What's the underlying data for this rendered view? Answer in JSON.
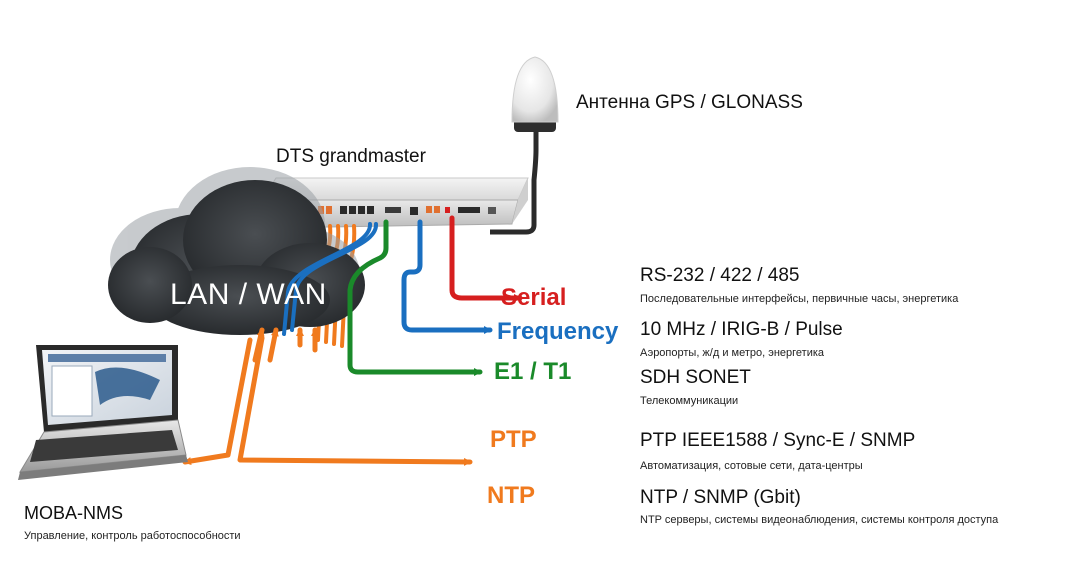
{
  "antenna": {
    "label": "Антенна GPS / GLONASS"
  },
  "device": {
    "label": "DTS grandmaster"
  },
  "cloud": {
    "label": "LAN / WAN"
  },
  "nms": {
    "title": "MOBA-NMS",
    "subtitle": "Управление, контроль работоспособности"
  },
  "signals": [
    {
      "name": "Serial",
      "color": "#d61f1f",
      "title": "RS-232 / 422 / 485",
      "desc": "Последовательные интерфейсы, первичные часы, энергетика"
    },
    {
      "name": "Frequency",
      "color": "#1a6fc0",
      "title": "10 MHz / IRIG-B / Pulse",
      "desc": "Аэропорты, ж/д и метро, энергетика"
    },
    {
      "name": "E1 / T1",
      "color": "#1a8a2a",
      "title": "SDH SONET",
      "desc": "Телекоммуникации"
    },
    {
      "name": "PTP",
      "color": "#f07a1e",
      "title": "PTP IEEE1588 / Sync-E / SNMP",
      "desc": "Автоматизация, сотовые сети, дата-центры"
    },
    {
      "name": "NTP",
      "color": "#f07a1e",
      "title": "NTP / SNMP (Gbit)",
      "desc": "NTP серверы, системы видеонаблюдения, системы контроля доступа"
    }
  ],
  "colors": {
    "orange": "#f07a1e",
    "blue": "#1a6fc0",
    "green": "#1a8a2a",
    "red": "#d61f1f",
    "cloud": "#3a3d40"
  },
  "icons": [
    "gps-antenna-icon",
    "rack-server-icon",
    "cloud-icon",
    "laptop-icon"
  ]
}
